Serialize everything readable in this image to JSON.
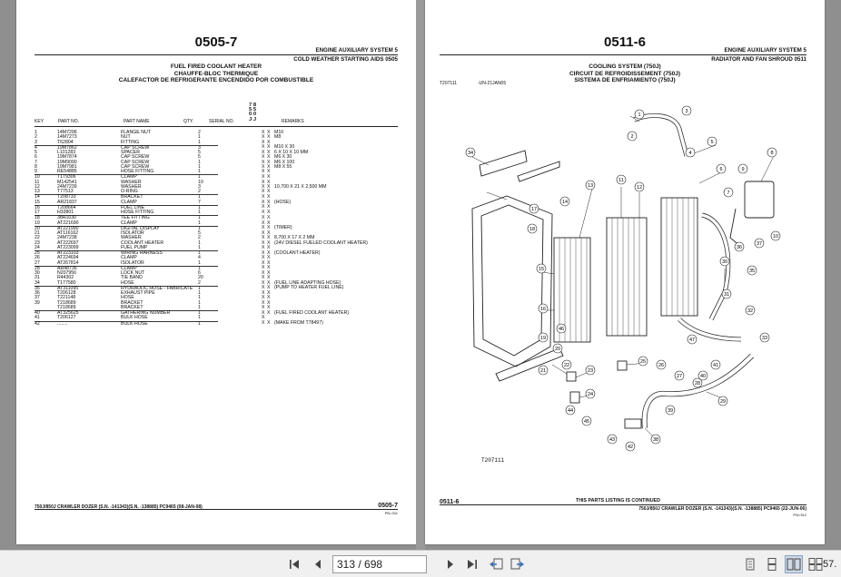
{
  "left_page": {
    "page_title": "0505-7",
    "header_right": "ENGINE AUXILIARY SYSTEM   5",
    "header_sub": "COLD WEATHER STARTING AIDS 0505",
    "titles": [
      "FUEL FIRED COOLANT HEATER",
      "CHAUFFE-BLOC THERMIQUE",
      "CALEFACTOR DE REFRIGERANTE ENCENDIDO POR COMBUSTIBLE"
    ],
    "column_codes": [
      "7 8",
      "5 5",
      "0 0",
      "J J"
    ],
    "columns": {
      "key": "KEY",
      "part": "PART NO.",
      "name": "PART NAME",
      "qty": "QTY.",
      "serial": "SERIAL NO.",
      "remarks": "REMARKS"
    },
    "rows": [
      {
        "key": "1",
        "part": "14M7296",
        "name": "FLANGE NUT",
        "qty": "2",
        "x1": "X",
        "x2": "X",
        "rem": "M10"
      },
      {
        "key": "2",
        "part": "14M7273",
        "name": "NUT",
        "qty": "1",
        "x1": "X",
        "x2": "X",
        "rem": "M8"
      },
      {
        "key": "3",
        "part": "T62804",
        "name": "FITTING",
        "qty": "1",
        "x1": "X",
        "x2": "X",
        "rem": ""
      },
      {
        "key": "4",
        "part": "19M7862",
        "name": "CAP SCREW",
        "qty": "3",
        "x1": "X",
        "x2": "X",
        "rem": "M10 X 30"
      },
      {
        "key": "5",
        "part": "L101283",
        "name": "SPACER",
        "qty": "5",
        "x1": "X",
        "x2": "X",
        "rem": "6 X 10 X 10 MM"
      },
      {
        "key": "6",
        "part": "19M7874",
        "name": "CAP SCREW",
        "qty": "5",
        "x1": "X",
        "x2": "X",
        "rem": "M6 X 30"
      },
      {
        "key": "7",
        "part": "19M9090",
        "name": "CAP SCREW",
        "qty": "1",
        "x1": "X",
        "x2": "X",
        "rem": "M6 X 100"
      },
      {
        "key": "8",
        "part": "19M7981",
        "name": "CAP SCREW",
        "qty": "1",
        "x1": "X",
        "x2": "X",
        "rem": "M8 X 55"
      },
      {
        "key": "9",
        "part": "RE54885",
        "name": "HOSE FITTING",
        "qty": "1",
        "x1": "X",
        "x2": "X",
        "rem": ""
      },
      {
        "key": "10",
        "part": "T179306",
        "name": "CLAMP",
        "qty": "1",
        "x1": "X",
        "x2": "X",
        "rem": ""
      },
      {
        "key": "11",
        "part": "M142541",
        "name": "WASHER",
        "qty": "10",
        "x1": "X",
        "x2": "X",
        "rem": ""
      },
      {
        "key": "12",
        "part": "24M7239",
        "name": "WASHER",
        "qty": "3",
        "x1": "X",
        "x2": "X",
        "rem": "10,700 X 21 X 2,500 MM"
      },
      {
        "key": "13",
        "part": "T77513",
        "name": "O-RING",
        "qty": "2",
        "x1": "X",
        "x2": "X",
        "rem": ""
      },
      {
        "key": "14",
        "part": "T208733",
        "name": "BRACKET",
        "qty": "1",
        "x1": "X",
        "x2": "X",
        "rem": ""
      },
      {
        "key": "15",
        "part": "AR21837",
        "name": "CLAMP",
        "qty": "7",
        "x1": "X",
        "x2": "X",
        "rem": "(HOSE)"
      },
      {
        "key": "16",
        "part": "T208664",
        "name": "FUEL LINE",
        "qty": "1",
        "x1": "X",
        "x2": "X",
        "rem": ""
      },
      {
        "key": "17",
        "part": "H33801",
        "name": "HOSE FITTING",
        "qty": "1",
        "x1": "X",
        "x2": "X",
        "rem": ""
      },
      {
        "key": "18",
        "part": "38H1030",
        "name": "TEE FITTING",
        "qty": "1",
        "x1": "X",
        "x2": "X",
        "rem": ""
      },
      {
        "key": "19",
        "part": "AT221690",
        "name": "CLAMP",
        "qty": "1",
        "x1": "X",
        "x2": "X",
        "rem": ""
      },
      {
        "key": "20",
        "part": "AT221990",
        "name": "DIGITAL DISPLAY",
        "qty": "1",
        "x1": "X",
        "x2": "X",
        "rem": "(TIMER)"
      },
      {
        "key": "21",
        "part": "AT116162",
        "name": "ISOLATOR",
        "qty": "5",
        "x1": "X",
        "x2": "X",
        "rem": ""
      },
      {
        "key": "22",
        "part": "24M7238",
        "name": "WASHER",
        "qty": "2",
        "x1": "X",
        "x2": "X",
        "rem": "8,700 X 17 X 2 MM"
      },
      {
        "key": "23",
        "part": "AT222697",
        "name": "COOLANT HEATER",
        "qty": "1",
        "x1": "X",
        "x2": "X",
        "rem": "(24V DIESEL FUELED COOLANT HEATER)"
      },
      {
        "key": "24",
        "part": "AT223099",
        "name": "FUEL PUMP",
        "qty": "1",
        "x1": "X",
        "x2": "X",
        "rem": ""
      },
      {
        "key": "25",
        "part": "AT223103",
        "name": "WIRING HARNESS",
        "qty": "1",
        "x1": "X",
        "x2": "X",
        "rem": "(COOLANT HEATER)"
      },
      {
        "key": "26",
        "part": "AT224694",
        "name": "CLAMP",
        "qty": "4",
        "x1": "X",
        "x2": "X",
        "rem": ""
      },
      {
        "key": "27",
        "part": "AT267814",
        "name": "ISOLATOR",
        "qty": "1",
        "x1": "X",
        "x2": "X",
        "rem": ""
      },
      {
        "key": "28",
        "part": "AR48736",
        "name": "CLAMP",
        "qty": "1",
        "x1": "X",
        "x2": "X",
        "rem": ""
      },
      {
        "key": "30",
        "part": "N207956",
        "name": "LOCK NUT",
        "qty": "6",
        "x1": "X",
        "x2": "X",
        "rem": ""
      },
      {
        "key": "31",
        "part": "R44302",
        "name": "TIE BAND",
        "qty": "20",
        "x1": "X",
        "x2": "X",
        "rem": ""
      },
      {
        "key": "34",
        "part": "T177580",
        "name": "HOSE",
        "qty": "2",
        "x1": "X",
        "x2": "X",
        "rem": "(FUEL LINE ADAPTING HOSE)"
      },
      {
        "key": "35",
        "part": "AT311095",
        "name": "HYDRAULIC HOSE - FABRICATE",
        "qty": "1",
        "x1": "X",
        "x2": "X",
        "rem": "(PUMP TO HEATER FUEL LINE)"
      },
      {
        "key": "36",
        "part": "T206128",
        "name": "EXHAUST PIPE",
        "qty": "1",
        "x1": "X",
        "x2": "X",
        "rem": ""
      },
      {
        "key": "37",
        "part": "T221148",
        "name": "HOSE",
        "qty": "1",
        "x1": "X",
        "x2": "X",
        "rem": ""
      },
      {
        "key": "39",
        "part": "T218689",
        "name": "BRACKET",
        "qty": "1",
        "x1": "X",
        "x2": "X",
        "rem": ""
      },
      {
        "key": "",
        "part": "T218689",
        "name": "BRACKET",
        "qty": "1",
        "x1": "X",
        "x2": "X",
        "rem": ""
      },
      {
        "key": "40",
        "part": "AT325625",
        "name": "GATHERING NUMBER",
        "qty": "1",
        "x1": "X",
        "x2": "X",
        "rem": "(FUEL FIRED COOLANT HEATER)"
      },
      {
        "key": "41",
        "part": "T206127",
        "name": "BULK HOSE",
        "qty": "1",
        "x1": "X",
        "x2": "",
        "rem": ""
      },
      {
        "key": "42",
        "part": "........",
        "name": "BULK HOSE",
        "qty": "1",
        "x1": "X",
        "x2": "X",
        "rem": "(MAKE FROM T78497)"
      }
    ],
    "footer_left": "750J/850J CRAWLER DOZER (S.N. -141343)(S.N. -138885)    PC9465    (08-JAN-08)",
    "footer_right": "0505-7",
    "footer_small": "PN=311"
  },
  "right_page": {
    "page_title": "0511-6",
    "header_right": "ENGINE AUXILIARY SYSTEM   5",
    "header_sub": "RADIATOR AND FAN SHROUD 0511",
    "titles": [
      "COOLING SYSTEM (750J)",
      "CIRCUIT DE REFROIDISSEMENT (750J)",
      "SISTEMA DE ENFRIAMIENTO (750J)"
    ],
    "figure_ref": "T207111",
    "figure_date": "-UN-21JAN05",
    "figure_code": "T207111",
    "continued": "THIS PARTS LISTING IS CONTINUED",
    "footer_left": "0511-6",
    "footer_right": "750J/850J CRAWLER DOZER (S.N. -141343)(S.N. -138885)    PC9465    (22-JUN-06)",
    "footer_small": "PN=312",
    "callouts": [
      "34",
      "1",
      "2",
      "3",
      "4",
      "5",
      "6",
      "7",
      "8",
      "9",
      "10",
      "11",
      "12",
      "13",
      "14",
      "15",
      "16",
      "17",
      "18",
      "19",
      "20",
      "21",
      "22",
      "23",
      "24",
      "25",
      "26",
      "27",
      "28",
      "29",
      "30",
      "31",
      "32",
      "33",
      "35",
      "36",
      "37",
      "38",
      "39",
      "40",
      "41",
      "42",
      "43",
      "44",
      "45",
      "46",
      "47"
    ]
  },
  "toolbar": {
    "page_value": "313 / 698",
    "zoom": "57."
  }
}
